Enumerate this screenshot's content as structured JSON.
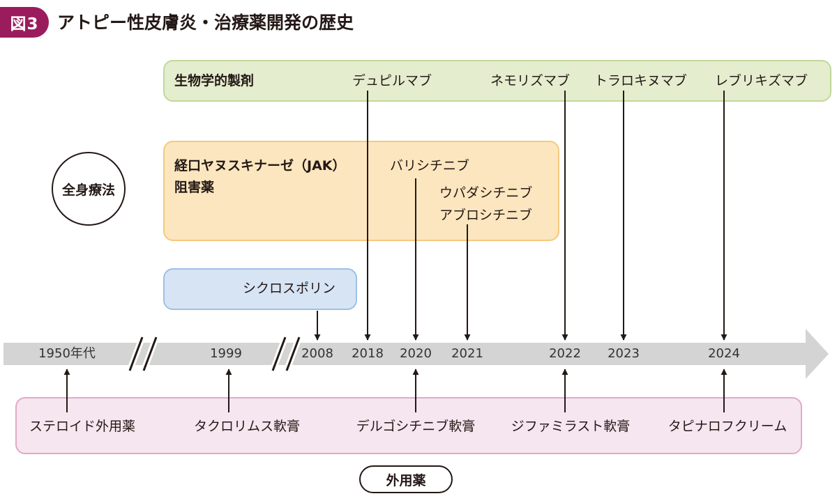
{
  "header": {
    "badge": "図3",
    "title": "アトピー性皮膚炎・治療薬開発の歴史"
  },
  "categories": {
    "biologics": "生物学的製剤",
    "jak_line1": "経口ヤヌスキナーゼ（JAK）",
    "jak_line2": "阻害薬",
    "systemic": "全身療法",
    "topical": "外用薬"
  },
  "drugs": {
    "dupilumab": "デュピルマブ",
    "nemolizumab": "ネモリズマブ",
    "tralokinumab": "トラロキヌマブ",
    "lebrikizumab": "レブリキズマブ",
    "baricitinib": "バリシチニブ",
    "upadacitinib": "ウパダシチニブ",
    "abrocitinib": "アブロシチニブ",
    "cyclosporine": "シクロスポリン",
    "steroid": "ステロイド外用薬",
    "tacrolimus": "タクロリムス軟膏",
    "delgocitinib": "デルゴシチニブ軟膏",
    "difamilast": "ジファミラスト軟膏",
    "tapinarof": "タピナロフクリーム"
  },
  "timeline": {
    "years": [
      "1950年代",
      "1999",
      "2008",
      "2018",
      "2020",
      "2021",
      "2022",
      "2023",
      "2024"
    ]
  },
  "colors": {
    "badge": "#9b1c5c",
    "biologics": "#e4edce",
    "jak": "#fbe6bf",
    "cyclosporine": "#d6e4f4",
    "topical": "#f6e6ef",
    "axis": "#d4d4d4"
  }
}
